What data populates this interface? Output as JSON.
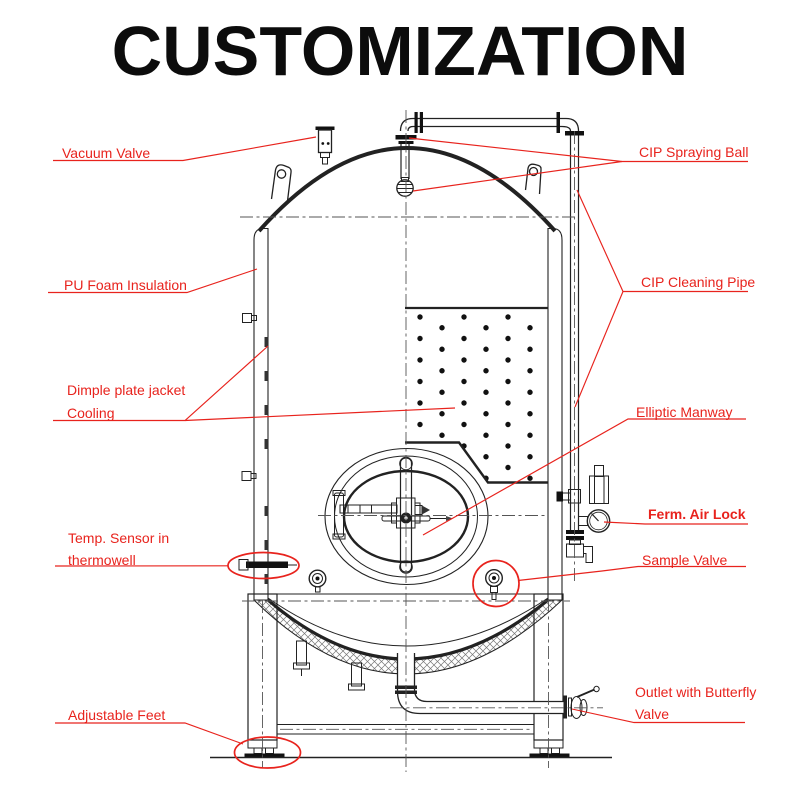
{
  "title": "CUSTOMIZATION",
  "colors": {
    "annotation": "#e8231d",
    "ink": "#1b1b1b"
  },
  "labels": {
    "vacuum_valve": "Vacuum Valve",
    "cip_spraying_ball": "CIP Spraying Ball",
    "pu_foam_insulation": "PU Foam Insulation",
    "cip_cleaning_pipe": "CIP Cleaning Pipe",
    "dimple_line1": "Dimple plate jacket",
    "dimple_line2": "Cooling",
    "elliptic_manway": "Elliptic Manway",
    "ferm_air_lock": "Ferm. Air Lock",
    "temp_sensor_line1": "Temp. Sensor in",
    "temp_sensor_line2": "thermowell",
    "sample_valve": "Sample Valve",
    "adjustable_feet": "Adjustable Feet",
    "outlet_line1": "Outlet with Butterfly",
    "outlet_line2": "Valve"
  }
}
